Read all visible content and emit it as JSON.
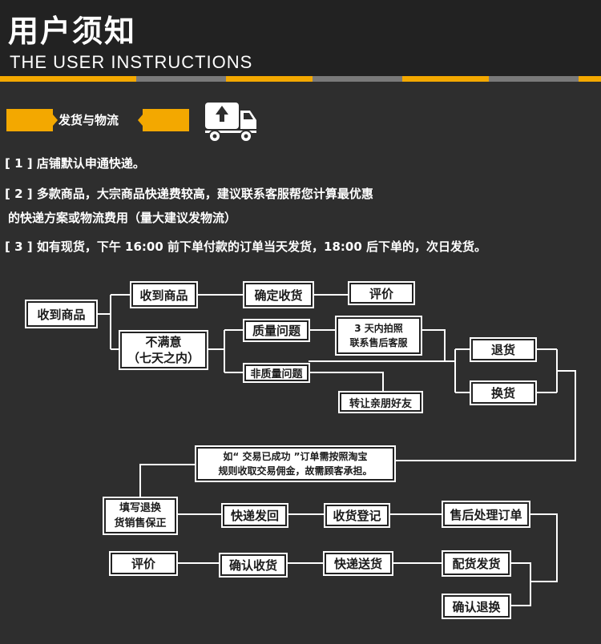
{
  "header": {
    "title_cn": "用户须知",
    "title_en": "THE USER INSTRUCTIONS"
  },
  "colors": {
    "accent": "#f3a800",
    "stripe_gray": "#7a7a7a",
    "background": "#2e2e2e"
  },
  "section": {
    "label": "发货与物流",
    "icon": "delivery-truck-icon"
  },
  "notes": [
    "[ 1 ] 店铺默认申通快递。",
    "[ 2 ] 多款商品，大宗商品快递费较高，建议联系客服帮您计算最优惠",
    "的快递方案或物流费用（量大建议发物流）",
    "[ 3 ] 如有现货，下午 16:00 前下单付款的订单当天发货，18:00 后下单的，次日发货。"
  ],
  "flow": {
    "received_goods": "收到商品",
    "received_goods_2": "收到商品",
    "confirm_receipt": "确定收货",
    "review": "评价",
    "unsatisfied_line1": "不满意",
    "unsatisfied_line2": "（七天之内）",
    "quality_issue": "质量问题",
    "photo_line1": "3 天内拍照",
    "photo_line2": "联系售后客服",
    "non_quality_issue": "非质量问题",
    "gift_friend": "转让亲朋好友",
    "return_goods": "退货",
    "exchange_goods": "换货",
    "commission_line1": "如“ 交易已成功 ”订单需按照淘宝",
    "commission_line2": "规则收取交易佣金，故需顾客承担。",
    "fill_form_line1": "填写退换",
    "fill_form_line2": "货销售保正",
    "express_back": "快递发回",
    "receipt_register": "收货登记",
    "after_sales_order": "售后处理订单",
    "review_2": "评价",
    "confirm_receipt_2": "确认收货",
    "express_delivery": "快递送货",
    "dispatch": "配货发货",
    "confirm_exchange": "确认退换"
  }
}
